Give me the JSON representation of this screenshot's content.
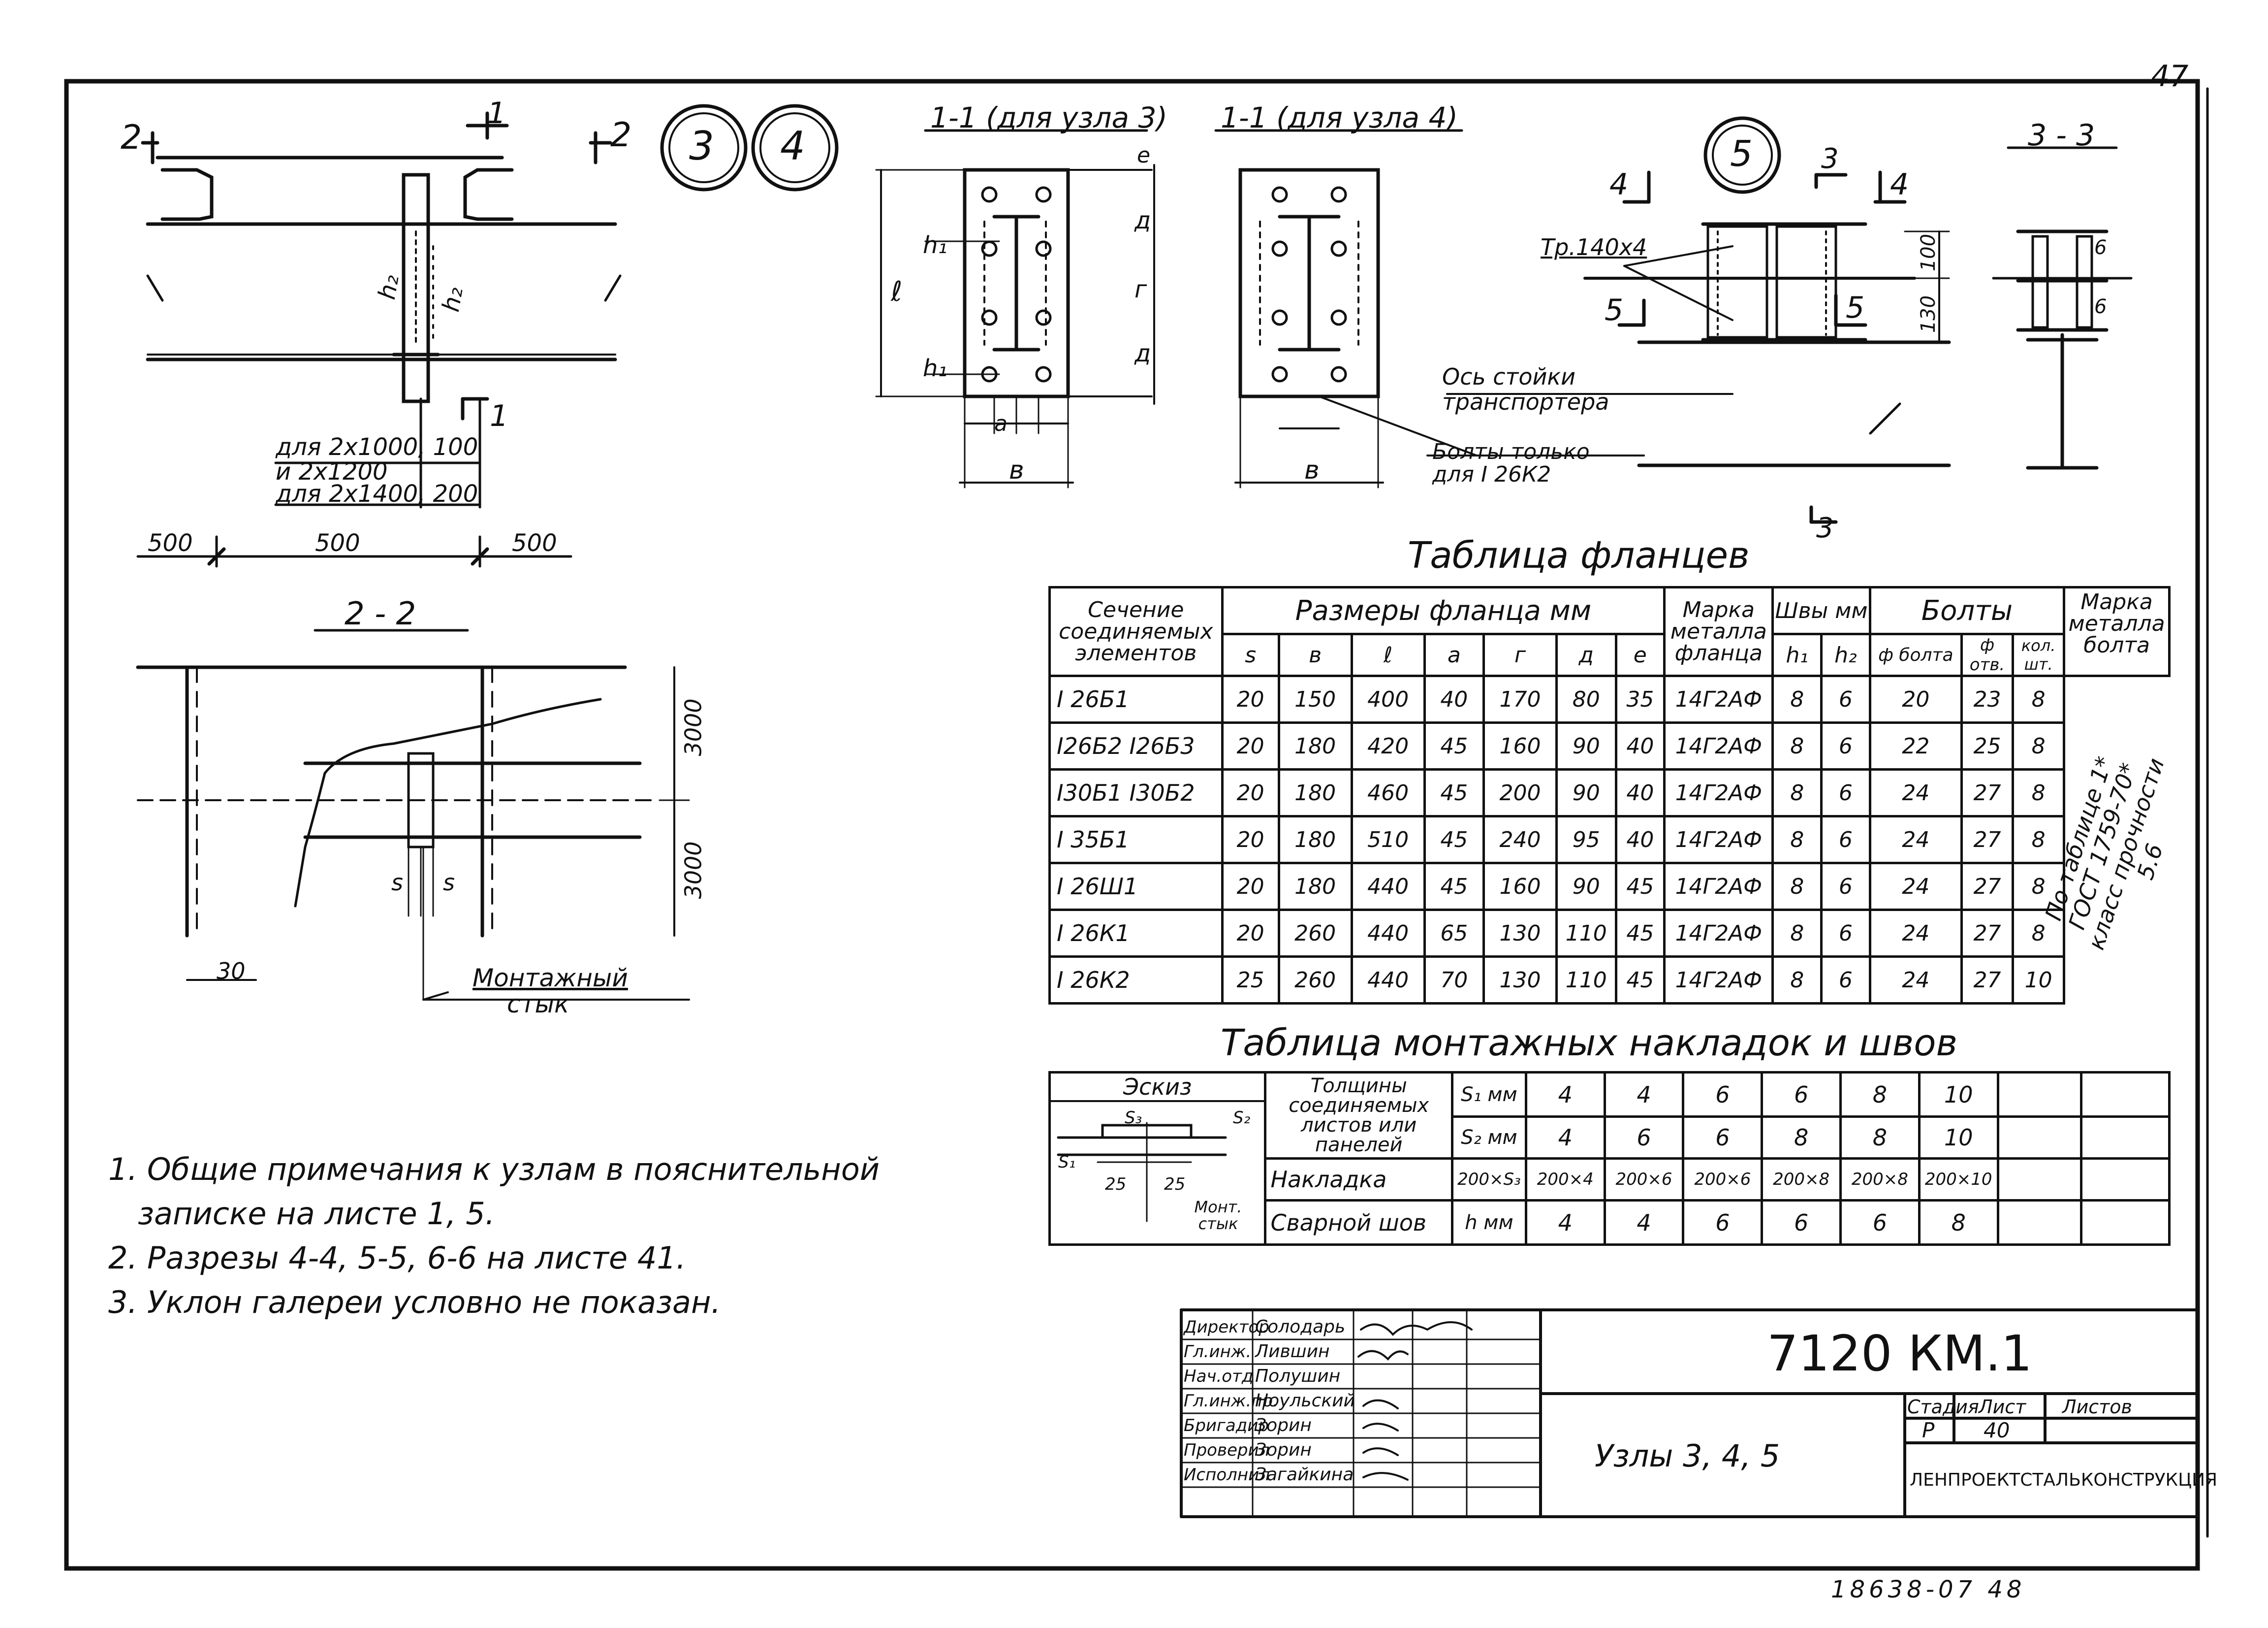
{
  "sheet": {
    "page_corner": "47",
    "bottom_number": "18638-07 48"
  },
  "node_circles": [
    "3",
    "4",
    "5"
  ],
  "top_view": {
    "cut_left": "2",
    "cut_right": "2",
    "cut_top": "1",
    "cut_bottom": "1",
    "h2_a": "h₂",
    "h2_b": "h₂",
    "note1a": "для 2х1000",
    "note1a_val": "100",
    "note1b": "и 2х1200",
    "note2": "для 2х1400",
    "note2_val": "200",
    "dims": [
      "500",
      "500",
      "500"
    ]
  },
  "section_11_node3": {
    "title": "1-1 (для узла 3)",
    "labels": {
      "h1": "h₁",
      "e": "e",
      "d": "д",
      "g": "г",
      "l": "ℓ",
      "a": "а",
      "b": "в"
    }
  },
  "section_11_node4": {
    "title": "1-1 (для узла 4)",
    "bolts_note_line1": "Болты только",
    "bolts_note_line2": "для I 26К2"
  },
  "node5": {
    "cut4_left": "4",
    "cut4_right": "4",
    "cut3_top": "3",
    "cut3_bottom": "3",
    "cut5_left": "5",
    "cut5_right": "5",
    "pipe_label": "Тр.140х4",
    "axis_line1": "Ось стойки",
    "axis_line2": "транспортера",
    "dim_100": "100",
    "dim_130": "130",
    "section_33_title": "3 - 3",
    "mark6a": "6",
    "mark6b": "6"
  },
  "section_22": {
    "title": "2 - 2",
    "dim_3000a": "3000",
    "dim_3000b": "3000",
    "dim_30": "30",
    "s_left": "s",
    "s_right": "s",
    "joint_line1": "Монтажный",
    "joint_line2": "стык"
  },
  "flange_table": {
    "title": "Таблица фланцев",
    "h_section": "Сечение соединяемых элементов",
    "h_sizes": "Размеры фланца мм",
    "h_metal": "Марка металла фланца",
    "h_welds": "Швы мм",
    "h_bolts": "Болты",
    "h_bolt_metal": "Марка металла болта",
    "sub_cols": [
      "s",
      "в",
      "ℓ",
      "а",
      "г",
      "д",
      "е"
    ],
    "sub_weld": [
      "h₁",
      "h₂"
    ],
    "sub_bolt": [
      "ф болта",
      "ф отв.",
      "кол. шт."
    ],
    "rows": [
      [
        "I 26Б1",
        "20",
        "150",
        "400",
        "40",
        "170",
        "80",
        "35",
        "14Г2АФ",
        "8",
        "6",
        "20",
        "23",
        "8"
      ],
      [
        "I26Б2 I26Б3",
        "20",
        "180",
        "420",
        "45",
        "160",
        "90",
        "40",
        "14Г2АФ",
        "8",
        "6",
        "22",
        "25",
        "8"
      ],
      [
        "I30Б1 I30Б2",
        "20",
        "180",
        "460",
        "45",
        "200",
        "90",
        "40",
        "14Г2АФ",
        "8",
        "6",
        "24",
        "27",
        "8"
      ],
      [
        "I 35Б1",
        "20",
        "180",
        "510",
        "45",
        "240",
        "95",
        "40",
        "14Г2АФ",
        "8",
        "6",
        "24",
        "27",
        "8"
      ],
      [
        "I 26Ш1",
        "20",
        "180",
        "440",
        "45",
        "160",
        "90",
        "45",
        "14Г2АФ",
        "8",
        "6",
        "24",
        "27",
        "8"
      ],
      [
        "I 26К1",
        "20",
        "260",
        "440",
        "65",
        "130",
        "110",
        "45",
        "14Г2АФ",
        "8",
        "6",
        "24",
        "27",
        "8"
      ],
      [
        "I 26К2",
        "25",
        "260",
        "440",
        "70",
        "130",
        "110",
        "45",
        "14Г2АФ",
        "8",
        "6",
        "24",
        "27",
        "10"
      ]
    ],
    "bolt_metal_line1": "По таблице 1*",
    "bolt_metal_line2": "ГОСТ 1759-70*",
    "bolt_metal_line3": "класс прочности 5.6"
  },
  "plates_table": {
    "title": "Таблица монтажных накладок и швов",
    "sketch_label": "Эскиз",
    "sketch_s1": "S₁",
    "sketch_s2": "S₂",
    "sketch_s3": "S₃",
    "sketch_25a": "25",
    "sketch_25b": "25",
    "sketch_joint": "Монт. стык",
    "row_thickness": "Толщины соединяемых листов или панелей",
    "u_s1": "S₁ мм",
    "u_s2": "S₂ мм",
    "row_plate": "Накладка",
    "row_weld": "Сварной шов",
    "u_h": "h мм",
    "s1": [
      "4",
      "4",
      "6",
      "6",
      "8",
      "10"
    ],
    "s2": [
      "4",
      "6",
      "6",
      "8",
      "8",
      "10"
    ],
    "plates": [
      "200×S₃",
      "200×4",
      "200×6",
      "200×6",
      "200×8",
      "200×8",
      "200×10"
    ],
    "welds": [
      "4",
      "4",
      "6",
      "6",
      "6",
      "8"
    ]
  },
  "notes": [
    "1. Общие примечания к узлам в пояснительной",
    "записке на листе 1, 5.",
    "2. Разрезы 4-4, 5-5, 6-6 на листе 41.",
    "3. Уклон галереи условно не показан."
  ],
  "title_block": {
    "roles": [
      "Директор",
      "Гл.инж.",
      "Нач.отд",
      "Гл.инж.пр.",
      "Бригадир",
      "Проверил",
      "Исполнил"
    ],
    "names": [
      "Солодарь",
      "Лившин",
      "Полушин",
      "Ноульский",
      "Зорин",
      "Зорин",
      "Загайкина"
    ],
    "code": "7120 КМ.1",
    "subject": "Узлы 3, 4, 5",
    "stage_label": "Стадия",
    "sheet_label": "Лист",
    "sheets_label": "Листов",
    "stage": "Р",
    "sheet": "40",
    "org": "ЛЕНПРОЕКТСТАЛЬКОНСТРУКЦИЯ"
  }
}
